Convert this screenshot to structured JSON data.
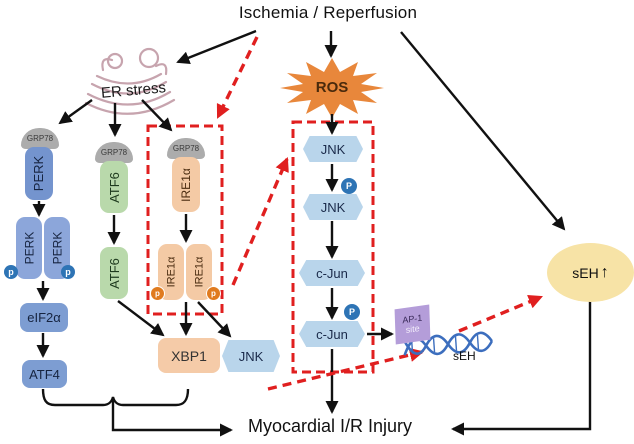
{
  "title": "Ischemia / Reperfusion",
  "outcome_label": "Myocardial I/R Injury",
  "er_stress_label": "ER stress",
  "ros_label": "ROS",
  "grp78_label": "GRP78",
  "perk": {
    "receptor": "PERK",
    "dimer_left": "PERK",
    "dimer_right": "PERK",
    "phospho": "p",
    "eif2a": "eIF2α",
    "atf4": "ATF4"
  },
  "atf6": {
    "receptor": "ATF6",
    "cleaved": "ATF6"
  },
  "ire1": {
    "receptor": "IRE1α",
    "dimer_left": "IRE1α",
    "dimer_right": "IRE1α",
    "phospho": "p",
    "xbp1": "XBP1",
    "jnk": "JNK"
  },
  "mapk": {
    "jnk": "JNK",
    "jnk_phos": "JNK",
    "cjun": "c-Jun",
    "cjun_phos": "c-Jun",
    "phospho": "P"
  },
  "gene": {
    "ap1_line1": "AP-1",
    "ap1_line2": "site",
    "label": "sEH"
  },
  "seh_node": {
    "label": "sEH",
    "up_arrow": "↑"
  },
  "colors": {
    "red_dashed": "#e01f1f",
    "ros_orange": "#e8873b",
    "seh_yellow": "#f7e3a6",
    "perk_blue": "#7494ce",
    "atf6_green": "#b9d9ab",
    "ire1_orange": "#f4caa5",
    "jnk_blue": "#b9d5eb",
    "grp78_gray": "#acacac",
    "dna_blue": "#3c6ebe",
    "ap1_purple": "#b49dd9",
    "er_pink": "#c7a4ae"
  }
}
